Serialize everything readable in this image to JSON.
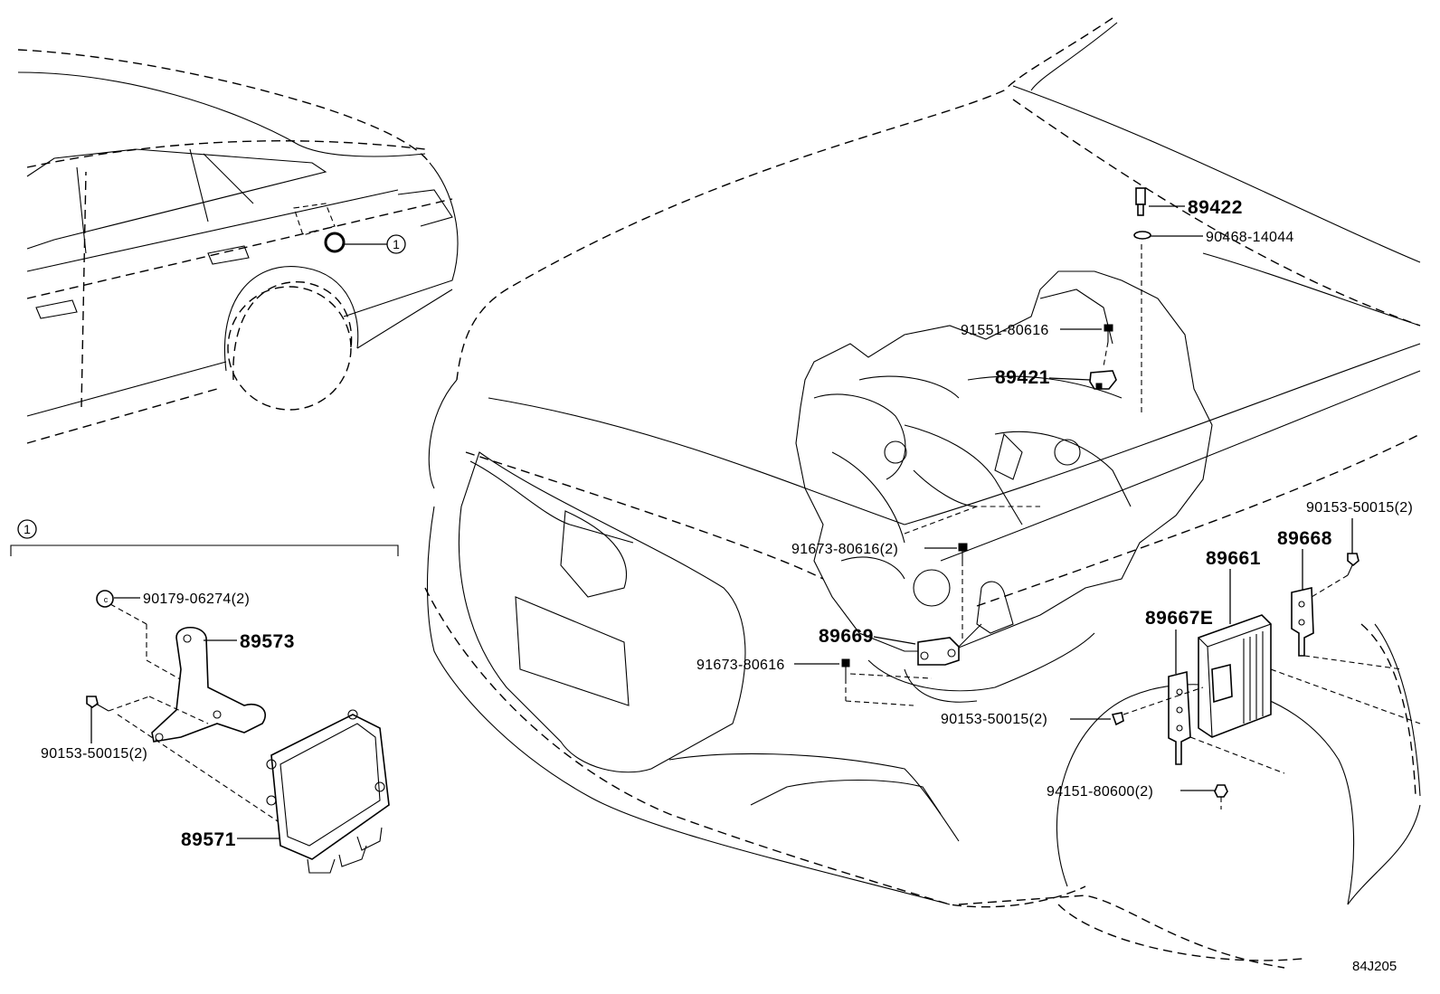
{
  "callouts": {
    "c1_on_car": "1",
    "c1_inset": "1"
  },
  "parts": {
    "p89422": "89422",
    "p90468_14044": "90468-14044",
    "p91551_80616": "91551-80616",
    "p89421": "89421",
    "p90153_50015_right": "90153-50015(2)",
    "p89668": "89668",
    "p89661": "89661",
    "p91673_80616_2": "91673-80616(2)",
    "p89669": "89669",
    "p89667E": "89667E",
    "p91673_80616": "91673-80616",
    "p90153_50015_mid": "90153-50015(2)",
    "p94151_80600": "94151-80600(2)",
    "p90179_06274": "90179-06274(2)",
    "p89573": "89573",
    "p90153_50015_left": "90153-50015(2)",
    "p89571": "89571"
  },
  "illustration_code": "84J205"
}
